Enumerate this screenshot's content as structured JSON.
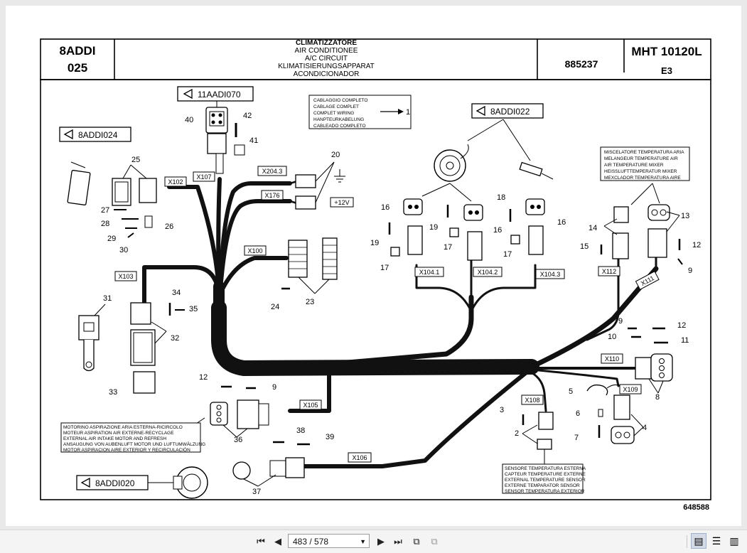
{
  "header": {
    "left_code": "8ADDI",
    "left_num": "025",
    "titles": [
      "CLIMATIZZATORE",
      "AIR CONDITIONEE",
      "A/C CIRCUIT",
      "KLIMATISIERUNGSAPPARAT",
      "ACONDICIONADOR"
    ],
    "ref": "885237",
    "model": "MHT 10120L",
    "model_sub": "E3"
  },
  "refs": {
    "r1": "11AADI070",
    "r2": "8ADDI024",
    "r3": "8ADDI022",
    "r4": "8ADDI020"
  },
  "connectors": {
    "x102": "X102",
    "x107": "X107",
    "x2043": "X204.3",
    "x176": "X176",
    "x100": "X100",
    "x103": "X103",
    "x1041": "X104.1",
    "x1042": "X104.2",
    "x1043": "X104.3",
    "x112": "X112",
    "x111": "X111",
    "x110": "X110",
    "x109": "X109",
    "x108": "X108",
    "x105": "X105",
    "x106": "X106"
  },
  "notes": {
    "wiring": [
      "CABLAGGIO COMPLETO",
      "CABLAGE COMPLET",
      "COMPLET WIRING",
      "HANPTEURKABELUNG",
      "CABLEADO COMPLETO"
    ],
    "wiring_target": "1",
    "mixer": [
      "MISCELATORE TEMPERATURA ARIA",
      "MELANGEUR TEMPERATURE AIR",
      "AIR TEMPERATURE MIXER",
      "HEISSLUFTTEMPERATUR MIXER",
      "MEXCLADOR TEMPERATURA AIRE"
    ],
    "motor": [
      "MOTORINO ASPIRAZIONE ARIA ESTERNA-RICIRCOLO",
      "MOTEUR ASPIRATION AIR EXTERNE-RECYCLAGE",
      "EXTERNAL AIR INTAKE MOTOR AND REFRESH",
      "ANSAUGUNG VON AUBENLUFT MOTOR UND LUFTUMWÄLZUNG",
      "MOTOR ASPIRACION AIRE EXTERIOR Y RECIRCULACIÓN"
    ],
    "sensor": [
      "SENSORE TEMPERATURA ESTERNA",
      "CAPTEUR TEMPERATURE EXTERNE",
      "EXTERNAL TEMPERATURE SENSOR",
      "EXTERNE TEMPARATOR SENSOR",
      "SENSOR TEMPERATURA EXTERIOR"
    ],
    "plus12": "+12V"
  },
  "parts": {
    "p40": "40",
    "p42": "42",
    "p41": "41",
    "p20": "20",
    "p25": "25",
    "p27": "27",
    "p28": "28",
    "p26": "26",
    "p29": "29",
    "p30": "30",
    "p23": "23",
    "p24": "24",
    "p31": "31",
    "p34": "34",
    "p35": "35",
    "p32": "32",
    "p33": "33",
    "p16a": "16",
    "p19a": "19",
    "p17a": "17",
    "p18": "18",
    "p19b": "19",
    "p16b": "16",
    "p17b": "17",
    "p17c": "17",
    "p16c": "16",
    "p14": "14",
    "p13": "13",
    "p15": "15",
    "p12a": "12",
    "p9a": "9",
    "p9b": "9",
    "p12b": "12",
    "p10": "10",
    "p11": "11",
    "p8": "8",
    "p5": "5",
    "p6": "6",
    "p7": "7",
    "p4": "4",
    "p3": "3",
    "p2": "2",
    "p12c": "12",
    "p9c": "9",
    "p36": "36",
    "p38": "38",
    "p39": "39",
    "p37": "37"
  },
  "footer_code": "648588",
  "toolbar": {
    "page_indicator": "483 / 578"
  }
}
